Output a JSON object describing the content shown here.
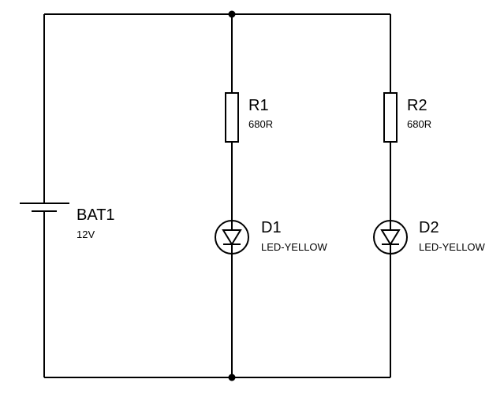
{
  "battery": {
    "ref": "BAT1",
    "value": "12V"
  },
  "resistors": [
    {
      "ref": "R1",
      "value": "680R"
    },
    {
      "ref": "R2",
      "value": "680R"
    }
  ],
  "leds": [
    {
      "ref": "D1",
      "value": "LED-YELLOW"
    },
    {
      "ref": "D2",
      "value": "LED-YELLOW"
    }
  ]
}
